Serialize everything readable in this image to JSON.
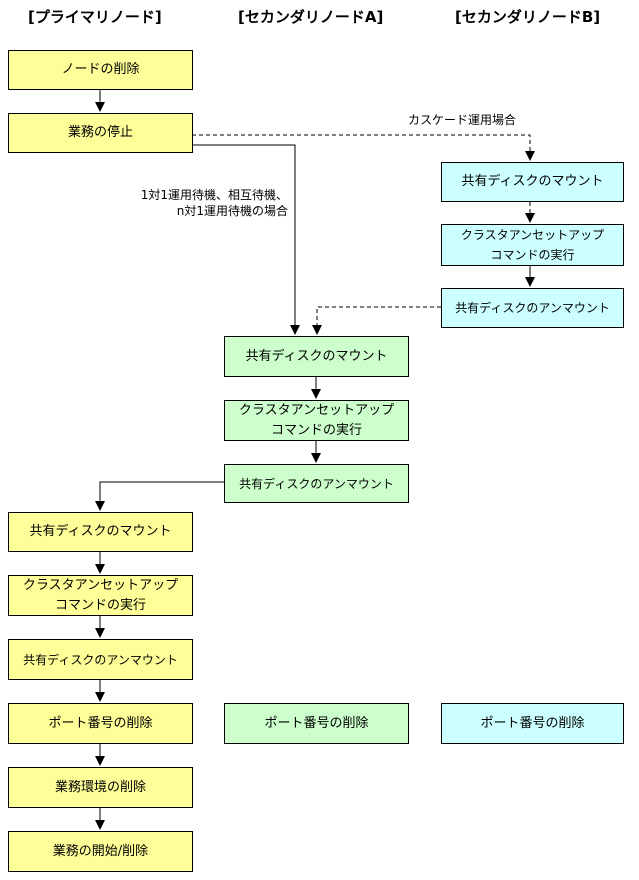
{
  "headers": {
    "primary": "[プライマリノード]",
    "secondary_a": "[セカンダリノードA]",
    "secondary_b": "[セカンダリノードB]"
  },
  "primary": {
    "delete_node": "ノードの削除",
    "stop_business": "業務の停止",
    "mount_disk": "共有ディスクのマウント",
    "setup_line1": "クラスタアンセットアップ",
    "setup_line2": "コマンドの実行",
    "unmount_disk": "共有ディスクのアンマウント",
    "delete_port": "ポート番号の削除",
    "delete_env": "業務環境の削除",
    "start_delete": "業務の開始/削除"
  },
  "secondary_a": {
    "mount_disk": "共有ディスクのマウント",
    "setup_line1": "クラスタアンセットアップ",
    "setup_line2": "コマンドの実行",
    "unmount_disk": "共有ディスクのアンマウント",
    "delete_port": "ポート番号の削除"
  },
  "secondary_b": {
    "mount_disk": "共有ディスクのマウント",
    "setup_line1": "クラスタアンセットアップ",
    "setup_line2": "コマンドの実行",
    "unmount_disk": "共有ディスクのアンマウント",
    "delete_port": "ポート番号の削除"
  },
  "notes": {
    "cascade": "カスケード運用場合",
    "standby_line1": "1対1運用待機、相互待機、",
    "standby_line2": "n対1運用待機の場合"
  },
  "colors": {
    "primary_fill": "#ffff99",
    "secondary_a_fill": "#ccffcc",
    "secondary_b_fill": "#ccffff"
  }
}
